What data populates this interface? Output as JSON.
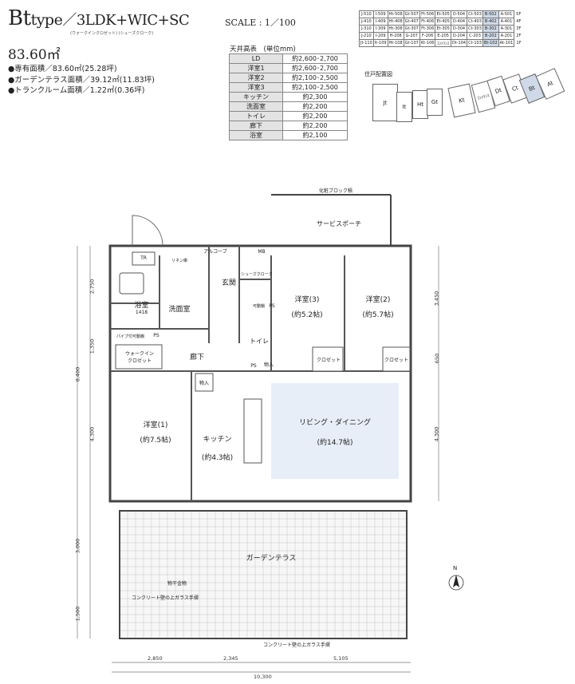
{
  "header": {
    "type_letter": "Bt",
    "type_word": "type",
    "layout": "／3LDK+WIC+SC",
    "layout_sub": "(ウォークインクロゼット)  (シューズクローク)",
    "scale": "SCALE : 1／100",
    "area": "83.60㎡"
  },
  "stats": [
    "●専有面積／83.60㎡(25.28坪)",
    "●ガーデンテラス面積／39.12㎡(11.83坪)",
    "●トランクルーム面積／1.22㎡(0.36坪)"
  ],
  "ceiling": {
    "caption": "天井高表　(単位mm)",
    "rows": [
      {
        "room": "LD",
        "height": "約2,600･2,700"
      },
      {
        "room": "洋室1",
        "height": "約2,600･2,700"
      },
      {
        "room": "洋室2",
        "height": "約2,100･2,500"
      },
      {
        "room": "洋室3",
        "height": "約2,100･2,500"
      },
      {
        "room": "キッチン",
        "height": "約2,300"
      },
      {
        "room": "洗面室",
        "height": "約2,200"
      },
      {
        "room": "トイレ",
        "height": "約2,200"
      },
      {
        "room": "廊下",
        "height": "約2,200"
      },
      {
        "room": "浴室",
        "height": "約2,100"
      }
    ]
  },
  "units": {
    "rows": [
      {
        "cells": [
          "J-510",
          "I-509",
          "Ht-508",
          "Gt-507",
          "Ft-506",
          "Et-505",
          "D-504",
          "Ct-503",
          "B-502",
          "A-501"
        ],
        "floor": "5F"
      },
      {
        "cells": [
          "J-410",
          "I-409",
          "Ht-408",
          "Gt-407",
          "Ft-406",
          "Et-405",
          "D-404",
          "Ct-403",
          "B-402",
          "A-401"
        ],
        "floor": "4F"
      },
      {
        "cells": [
          "J-310",
          "I-309",
          "Ht-308",
          "Gt-307",
          "Ft-306",
          "Et-305",
          "D-304",
          "Ct-303",
          "B-302",
          "A-301"
        ],
        "floor": "3F"
      },
      {
        "cells": [
          "J-210",
          "I-209",
          "H-208",
          "G-207",
          "F-206",
          "E-205",
          "D-204",
          "C-203",
          "B-202",
          "A-201"
        ],
        "floor": "2F"
      },
      {
        "cells": [
          "Jt-110",
          "It-109",
          "Ht-108",
          "Gt-107",
          "Kt-106",
          "ｴﾝﾄﾗﾝｽ",
          "Dt-104",
          "Ct-103",
          "Bt-102",
          "At-101"
        ],
        "floor": "1F"
      }
    ],
    "highlight_color": "#cfd9e8"
  },
  "site": {
    "label": "住戸配置図",
    "buildings": [
      "Jt",
      "It",
      "Ht",
      "Gt",
      "Kt",
      "ｴﾝﾄﾗﾝｽ",
      "Dt",
      "Ct",
      "Bt",
      "At"
    ]
  },
  "plan": {
    "rooms": {
      "ld": "リビング・ダイニング",
      "ld_size": "(約14.7帖)",
      "w1": "洋室(1)",
      "w1_size": "(約7.5帖)",
      "w2": "洋室(2)",
      "w2_size": "(約5.7帖)",
      "w3": "洋室(3)",
      "w3_size": "(約5.2帖)",
      "kitchen": "キッチン",
      "kitchen_size": "(約4.3帖)",
      "bath": "浴室",
      "bath_size": "1418",
      "wash": "洗面室",
      "hall": "廊下",
      "entrance": "玄関",
      "toilet": "トイレ",
      "wic": "ウォークイン",
      "wic2": "クロゼット",
      "closet": "クロゼット",
      "alcove": "アルコーブ",
      "service": "サービスポーチ",
      "garden": "ガーデンテラス",
      "storage": "物入",
      "mb": "MB",
      "tr": "TR",
      "linen": "リネン庫",
      "ps": "PS",
      "sc": "シューズクローク"
    },
    "notes": {
      "block_wall": "化粧ブロック積",
      "rail": "物干金物",
      "glass_top": "コンクリート壁の上ガラス手摺",
      "glass_bottom": "コンクリート壁の上ガラス手摺",
      "pipe": "パイプ付可動棚",
      "shelf": "可動棚"
    },
    "dims": {
      "bottom1": "2,850",
      "bottom2": "2,345",
      "bottom3": "5,105",
      "total": "10,300",
      "left_a": "2,750",
      "left_b": "1,350",
      "left_c": "4,300",
      "left_total": "8,400",
      "left_d": "3,000",
      "left_e": "1,500",
      "right_a": "3,450",
      "right_b": "650",
      "right_c": "4,300"
    },
    "north": "N"
  }
}
